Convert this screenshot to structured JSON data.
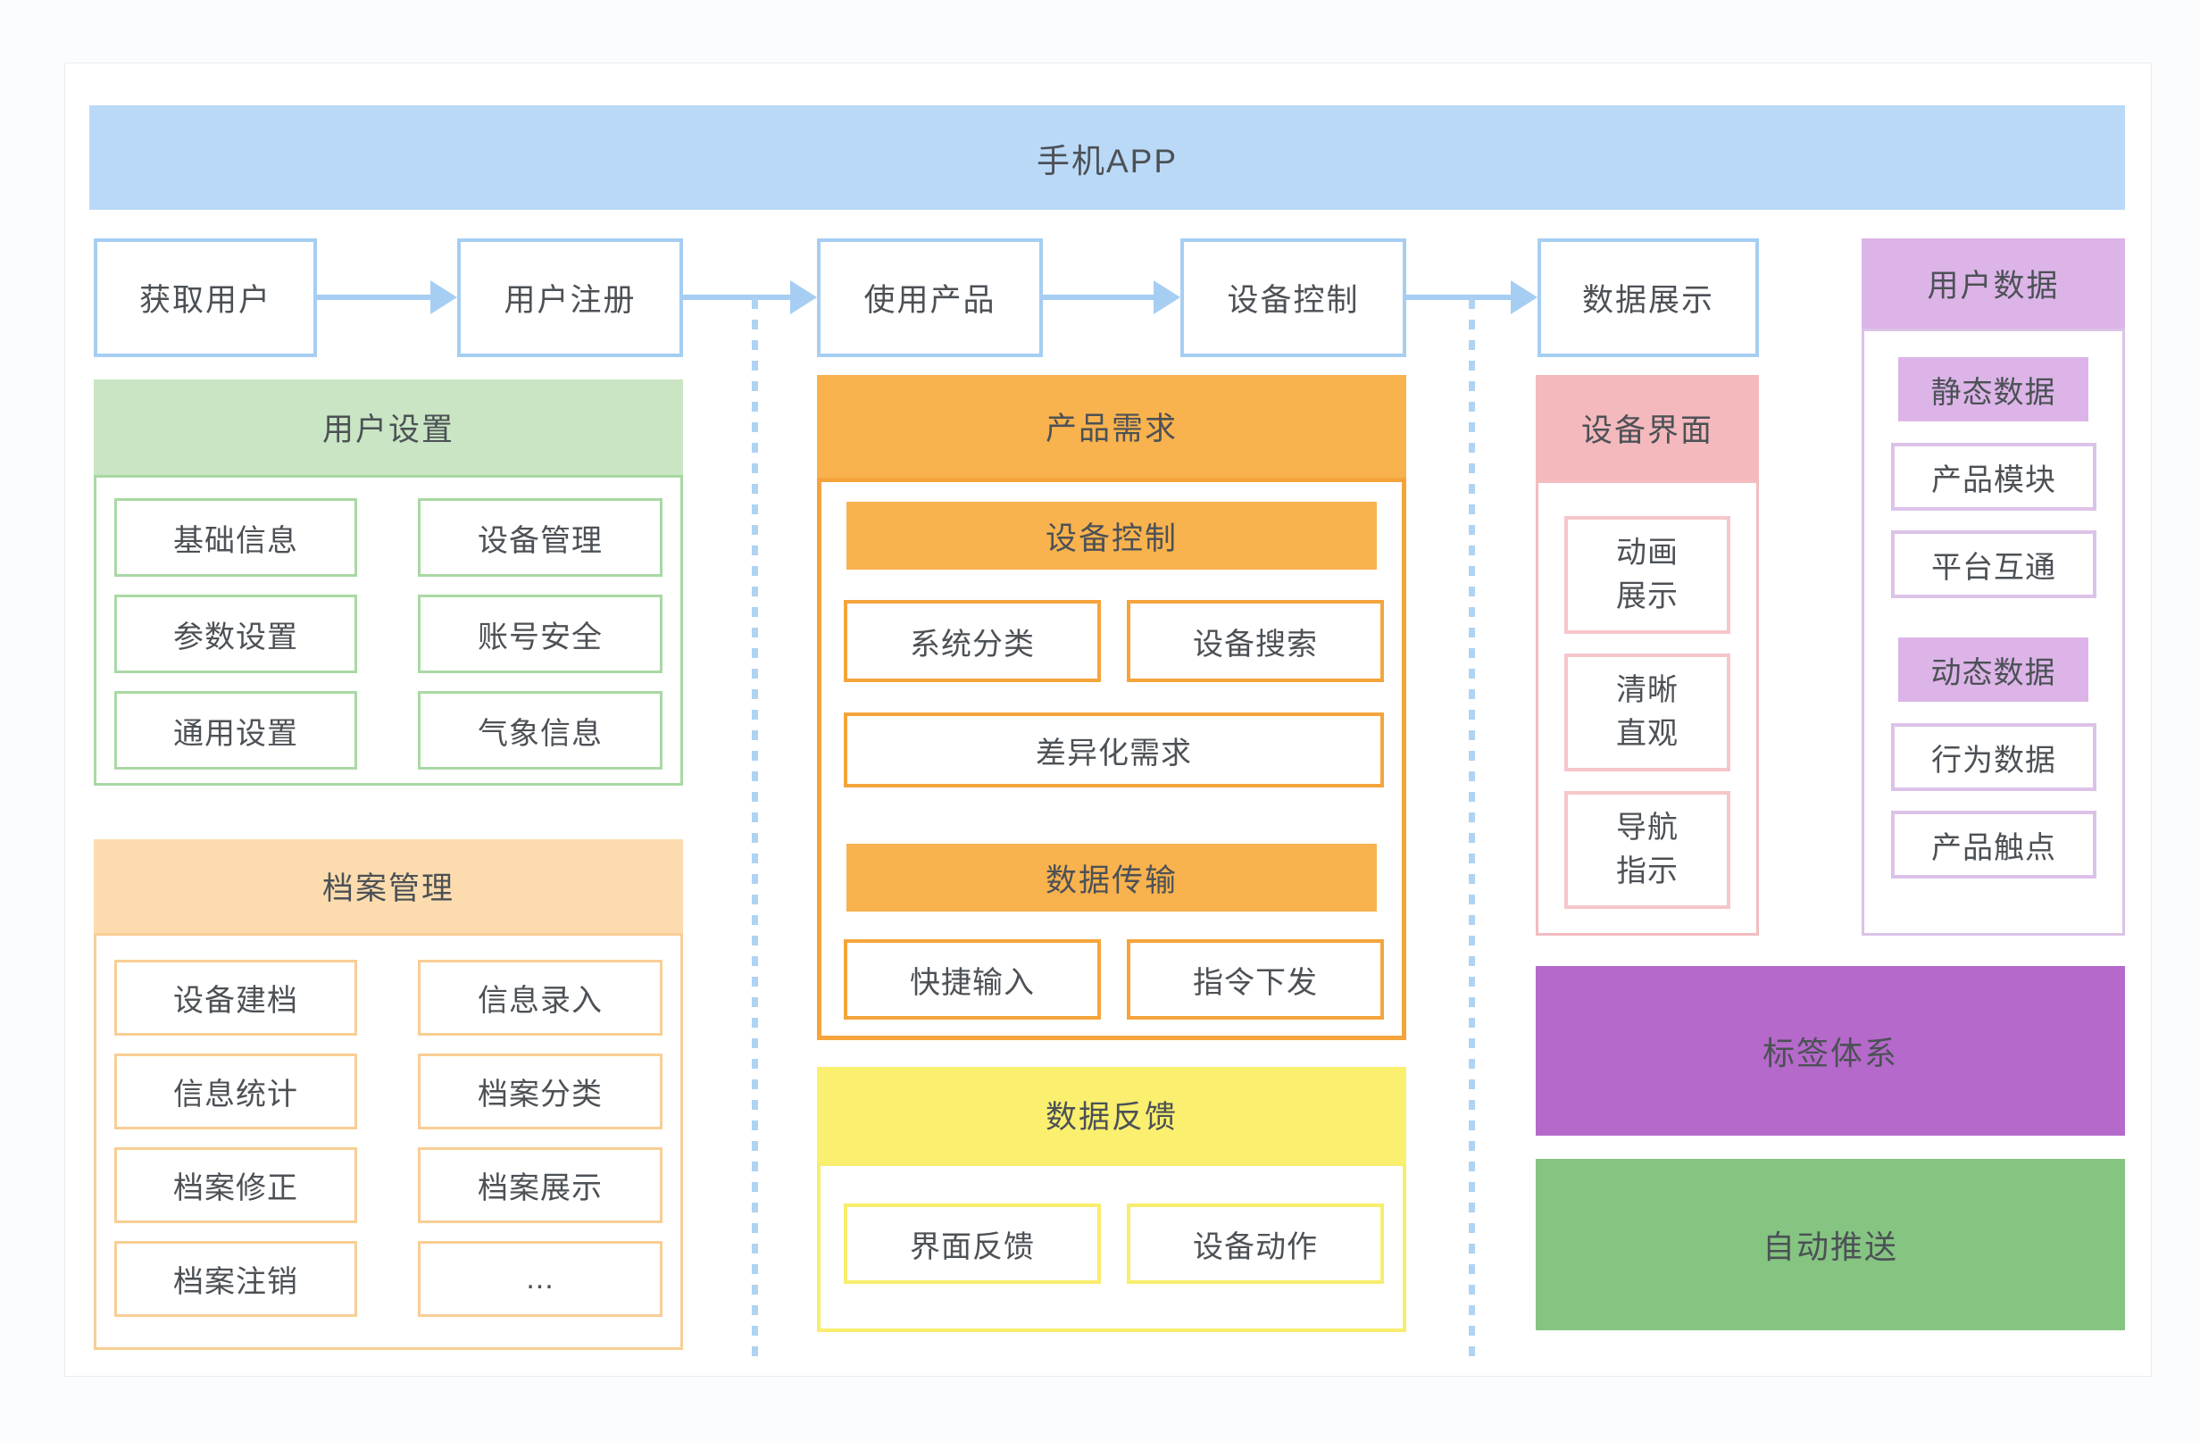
{
  "banner": {
    "label": "手机APP"
  },
  "flow": {
    "steps": [
      "获取用户",
      "用户注册",
      "使用产品",
      "设备控制",
      "数据展示"
    ]
  },
  "sections": {
    "user_settings": {
      "title": "用户设置",
      "items": [
        "基础信息",
        "设备管理",
        "参数设置",
        "账号安全",
        "通用设置",
        "气象信息"
      ]
    },
    "archive_management": {
      "title": "档案管理",
      "items": [
        "设备建档",
        "信息录入",
        "信息统计",
        "档案分类",
        "档案修正",
        "档案展示",
        "档案注销",
        "..."
      ]
    },
    "product_requirements": {
      "title": "产品需求",
      "groups": [
        {
          "title": "设备控制",
          "items": [
            "系统分类",
            "设备搜索"
          ],
          "wide_item": "差异化需求"
        },
        {
          "title": "数据传输",
          "items": [
            "快捷输入",
            "指令下发"
          ]
        }
      ]
    },
    "data_feedback": {
      "title": "数据反馈",
      "items": [
        "界面反馈",
        "设备动作"
      ]
    },
    "device_interface": {
      "title": "设备界面",
      "items": [
        "动画\n展示",
        "清晰\n直观",
        "导航\n指示"
      ]
    },
    "user_data": {
      "title": "用户数据",
      "items": [
        {
          "label": "静态数据",
          "filled": true
        },
        {
          "label": "产品模块",
          "filled": false
        },
        {
          "label": "平台互通",
          "filled": false
        },
        {
          "label": "动态数据",
          "filled": true
        },
        {
          "label": "行为数据",
          "filled": false
        },
        {
          "label": "产品触点",
          "filled": false
        }
      ]
    },
    "tag_system": {
      "label": "标签体系"
    },
    "auto_push": {
      "label": "自动推送"
    }
  },
  "colors": {
    "blue_fill": "#BAD9F7",
    "blue_line": "#A6CEF2",
    "blue_dash": "#AFD3F2",
    "green_fill": "#C9E5C3",
    "green_line": "#A9D8A4",
    "peach_fill": "#FCDCAE",
    "peach_line": "#F8CE94",
    "orange_fill": "#F8B24E",
    "orange_line": "#F5A43C",
    "yellow_fill": "#FAEF6F",
    "yellow_line": "#F8ED6C",
    "pink_fill": "#F4B9BD",
    "pink_line": "#F3BCC0",
    "pink_line2": "#F6C6CA",
    "lilac_fill": "#DCB4E7",
    "lilac_line": "#DCC2E8",
    "purple_fill": "#B569CA",
    "big_green_fill": "#85C481",
    "text": "#4C5156"
  }
}
